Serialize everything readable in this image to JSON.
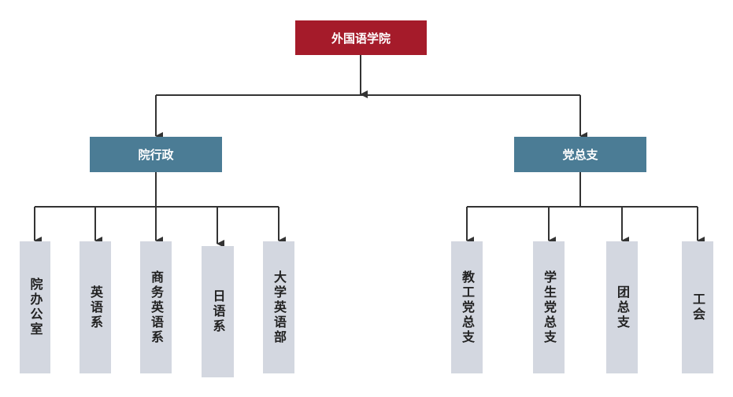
{
  "root": {
    "label": "外国语学院"
  },
  "branches": [
    {
      "label": "院行政",
      "children": [
        "院办公室",
        "英语系",
        "商务英语系",
        "日语系",
        "大学英语部"
      ]
    },
    {
      "label": "党总支",
      "children": [
        "教工党总支",
        "学生党总支",
        "团总支",
        "工会"
      ]
    }
  ],
  "colors": {
    "root": "#a51b2a",
    "branch": "#4b7c95",
    "leaf": "#d3d7e0",
    "line": "#333333"
  }
}
